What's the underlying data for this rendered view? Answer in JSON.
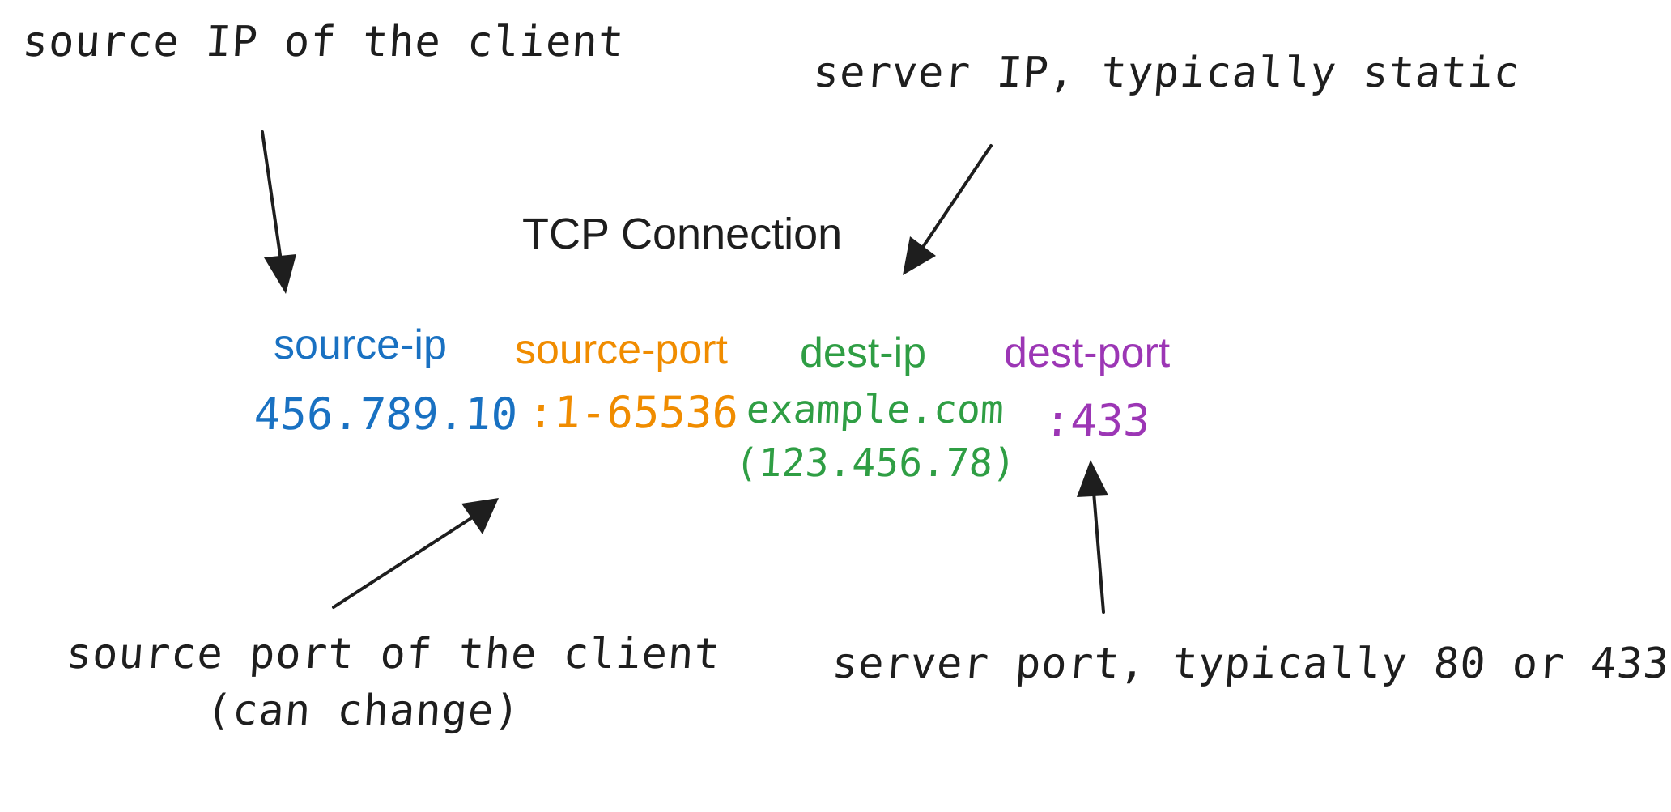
{
  "title": "TCP Connection",
  "annotations": {
    "source_ip_note": "source IP of the client",
    "server_ip_note": "server IP, typically static",
    "source_port_note_line1": "source port of the client",
    "source_port_note_line2": "(can change)",
    "server_port_note": "server port, typically 80 or 433"
  },
  "fields": {
    "source_ip": {
      "label": "source-ip",
      "value": "456.789.10",
      "color": "#1971c2"
    },
    "source_port": {
      "label": "source-port",
      "value": ":1-65536",
      "color": "#f08c00"
    },
    "dest_ip": {
      "label": "dest-ip",
      "value_line1": "example.com",
      "value_line2": "(123.456.78)",
      "color": "#2f9e44"
    },
    "dest_port": {
      "label": "dest-port",
      "value": ":433",
      "color": "#9c36b5"
    }
  },
  "colors": {
    "ink": "#1e1e1e",
    "background": "#ffffff"
  }
}
